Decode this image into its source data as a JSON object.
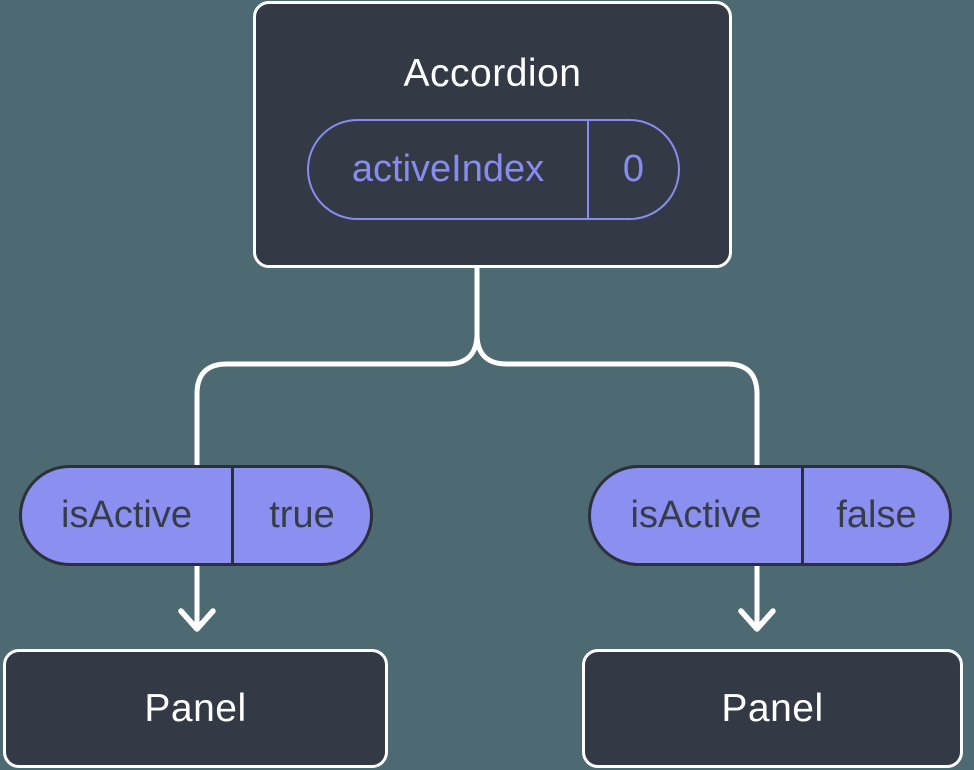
{
  "diagram": {
    "root": {
      "title": "Accordion",
      "state": {
        "name": "activeIndex",
        "value": "0"
      }
    },
    "branches": [
      {
        "prop": {
          "name": "isActive",
          "value": "true"
        },
        "child": {
          "label": "Panel"
        }
      },
      {
        "prop": {
          "name": "isActive",
          "value": "false"
        },
        "child": {
          "label": "Panel"
        }
      }
    ],
    "icons": [
      "arrow-down-icon",
      "arrow-down-icon"
    ],
    "colors": {
      "background": "#4D6971",
      "node_fill": "#333A46",
      "node_border": "#FFFFFF",
      "accent_purple": "#878CF0",
      "prop_pill_fill": "#8B90F0",
      "prop_pill_border": "#2B303B",
      "prop_pill_text": "#363D49",
      "connector": "#FFFFFF"
    }
  }
}
